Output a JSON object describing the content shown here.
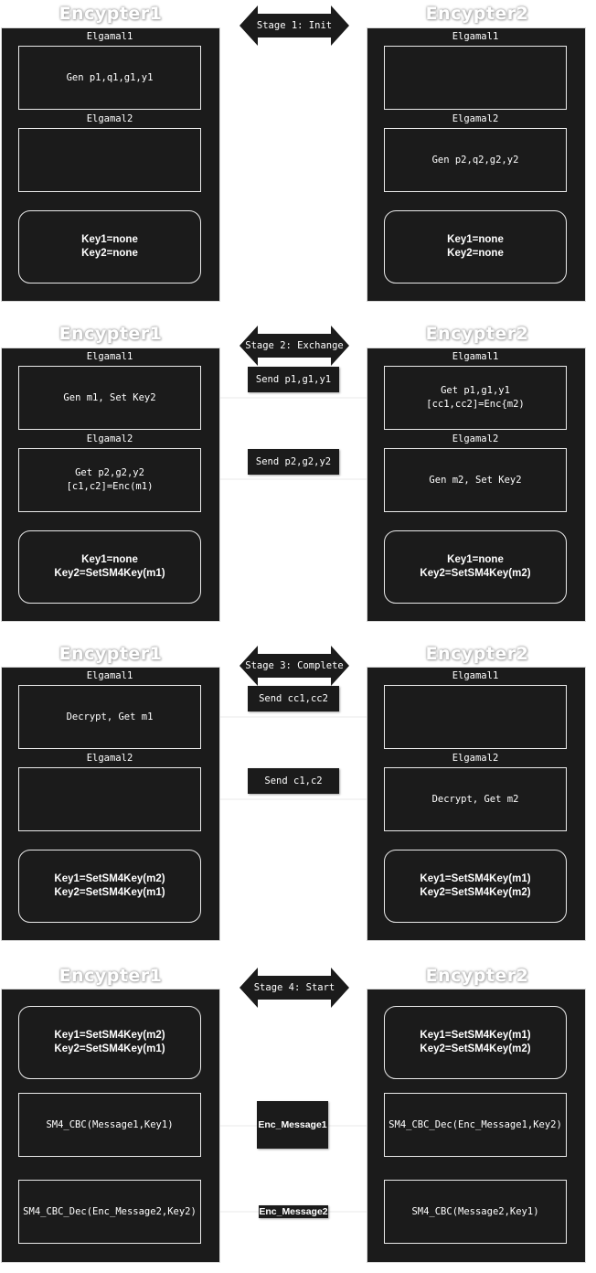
{
  "titles": {
    "left": "Encypter1",
    "right": "Encypter2"
  },
  "stages": [
    {
      "label": "Stage 1: Init",
      "left": {
        "elg1_label": "Elgamal1",
        "elg1": [
          "Gen p1,q1,g1,y1"
        ],
        "elg2_label": "Elgamal2",
        "elg2": [],
        "keys": [
          "Key1=none",
          "Key2=none"
        ]
      },
      "right": {
        "elg1_label": "Elgamal1",
        "elg1": [],
        "elg2_label": "Elgamal2",
        "elg2": [
          "Gen p2,q2,g2,y2"
        ],
        "keys": [
          "Key1=none",
          "Key2=none"
        ]
      },
      "messages": []
    },
    {
      "label": "Stage 2: Exchange",
      "left": {
        "elg1_label": "Elgamal1",
        "elg1": [
          "Gen m1, Set Key2"
        ],
        "elg2_label": "Elgamal2",
        "elg2": [
          "Get p2,g2,y2",
          "[c1,c2]=Enc(m1)"
        ],
        "keys": [
          "Key1=none",
          "Key2=SetSM4Key(m1)"
        ]
      },
      "right": {
        "elg1_label": "Elgamal1",
        "elg1": [
          "Get p1,g1,y1",
          "[cc1,cc2]=Enc{m2)"
        ],
        "elg2_label": "Elgamal2",
        "elg2": [
          "Gen m2, Set Key2"
        ],
        "keys": [
          "Key1=none",
          "Key2=SetSM4Key(m2)"
        ]
      },
      "messages": [
        "Send p1,g1,y1",
        "Send p2,g2,y2"
      ]
    },
    {
      "label": "Stage 3: Complete",
      "left": {
        "elg1_label": "Elgamal1",
        "elg1": [
          "Decrypt, Get m1"
        ],
        "elg2_label": "Elgamal2",
        "elg2": [],
        "keys": [
          "Key1=SetSM4Key(m2)",
          "Key2=SetSM4Key(m1)"
        ]
      },
      "right": {
        "elg1_label": "Elgamal1",
        "elg1": [],
        "elg2_label": "Elgamal2",
        "elg2": [
          "Decrypt, Get m2"
        ],
        "keys": [
          "Key1=SetSM4Key(m1)",
          "Key2=SetSM4Key(m2)"
        ]
      },
      "messages": [
        "Send cc1,cc2",
        "Send c1,c2"
      ]
    },
    {
      "label": "Stage 4: Start",
      "left": {
        "keys": [
          "Key1=SetSM4Key(m2)",
          "Key2=SetSM4Key(m1)"
        ],
        "box2": "SM4_CBC(Message1,Key1)",
        "box3": "SM4_CBC_Dec(Enc_Message2,Key2)"
      },
      "right": {
        "keys": [
          "Key1=SetSM4Key(m1)",
          "Key2=SetSM4Key(m2)"
        ],
        "box2": "SM4_CBC_Dec(Enc_Message1,Key2)",
        "box3": "SM4_CBC(Message2,Key1)"
      },
      "messages": [
        "Enc_Message1",
        "Enc_Message2"
      ]
    }
  ],
  "colors": {
    "panel": "#1b1b1b",
    "connector": "#f0f0f0",
    "background": "#ffffff"
  }
}
